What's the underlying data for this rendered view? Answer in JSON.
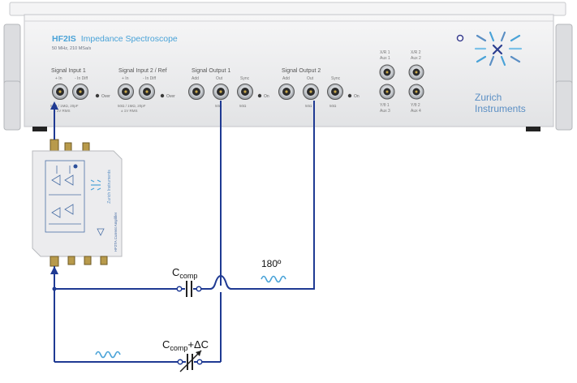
{
  "instrument": {
    "model": "HF2IS",
    "name": "Impedance Spectroscope",
    "specs": "50 MHz, 210 MSa/s",
    "brand_line1": "Zurich",
    "brand_line2": "Instruments",
    "groups": {
      "signal_input_1": "Signal Input 1",
      "signal_input_2": "Signal Input 2 / Ref",
      "signal_output_1": "Signal Output 1",
      "signal_output_2": "Signal Output 2"
    },
    "ports": {
      "plus_in": "+ In",
      "minus_in_diff": "- In Diff",
      "add": "Add",
      "out": "Out",
      "sync": "Sync",
      "over": "Over",
      "on": "On",
      "imp_50": "50Ω",
      "input_spec_1": "50Ω / 1MΩ, 20pF",
      "input_spec_2": "± 1V RMS"
    },
    "aux": {
      "xr1": "X/R 1",
      "aux1": "Aux 1",
      "xr2": "X/R 2",
      "aux2": "Aux 2",
      "yt1": "Y/θ 1",
      "aux3": "Aux 3",
      "yt2": "Y/θ 2",
      "aux4": "Aux 4"
    }
  },
  "preamp": {
    "brand": "Zurich Instruments",
    "model": "HF2TA Current Amplifier"
  },
  "circuit": {
    "ccomp_main": "C",
    "ccomp_sub": "comp",
    "phase_label": "180º",
    "delta_suffix": "+ΔC"
  },
  "colors": {
    "wire": "#1f3a93",
    "accent": "#4aa3d8",
    "chassis": "#efeff0",
    "brand": "#5b8fc4"
  }
}
